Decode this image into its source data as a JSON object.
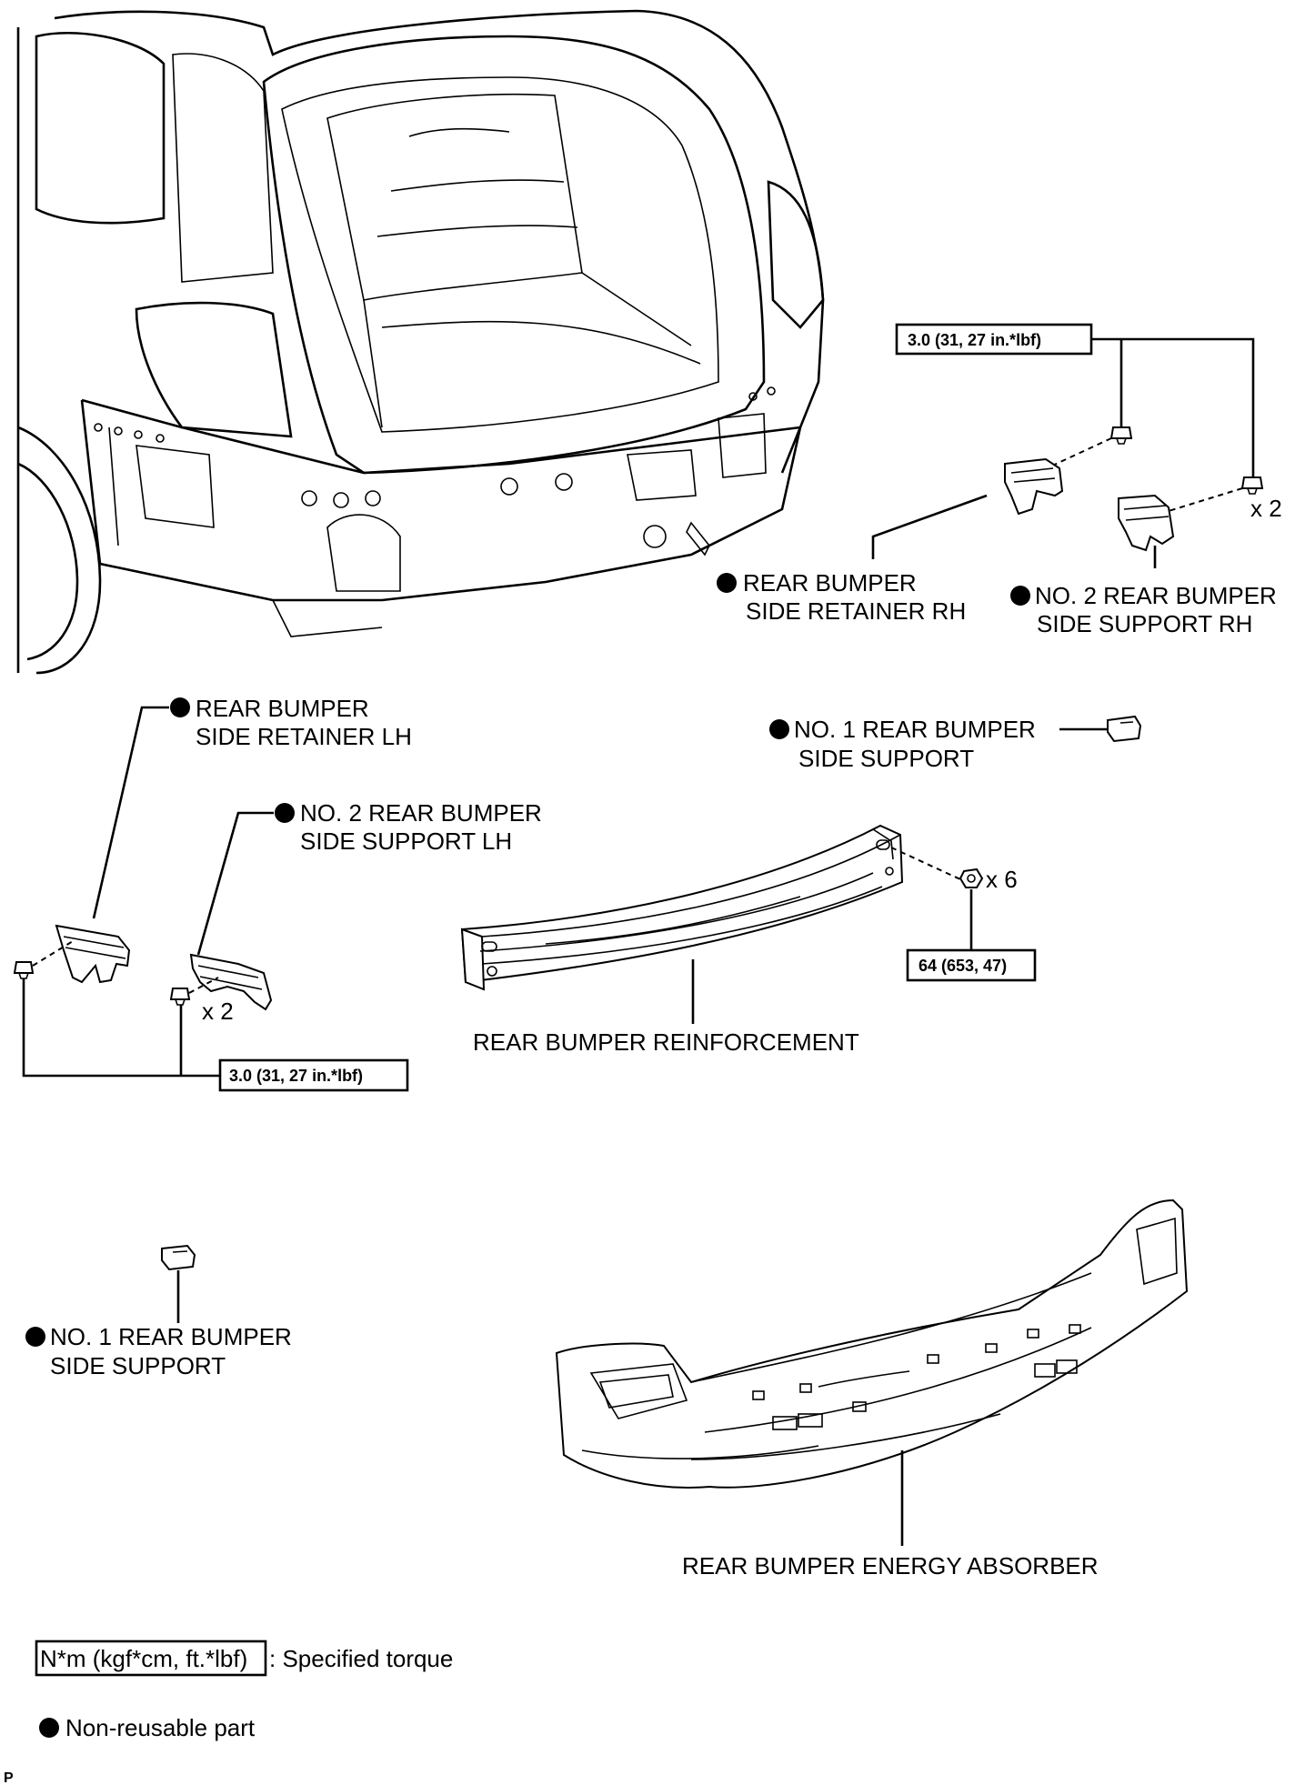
{
  "labels": {
    "retainer_rh": [
      "REAR BUMPER",
      "SIDE RETAINER RH"
    ],
    "support2_rh": [
      "NO. 2 REAR BUMPER",
      "SIDE SUPPORT RH"
    ],
    "retainer_lh": [
      "REAR BUMPER",
      "SIDE RETAINER LH"
    ],
    "support2_lh": [
      "NO. 2 REAR BUMPER",
      "SIDE SUPPORT LH"
    ],
    "support1_upper": [
      "NO. 1 REAR BUMPER",
      "SIDE SUPPORT"
    ],
    "support1_lower": [
      "NO. 1 REAR BUMPER",
      "SIDE SUPPORT"
    ],
    "reinforcement": "REAR BUMPER REINFORCEMENT",
    "absorber": "REAR BUMPER ENERGY ABSORBER"
  },
  "torques": {
    "rh_bolts": "3.0 (31, 27 in.*lbf)",
    "lh_bolts": "3.0 (31, 27 in.*lbf)",
    "reinforcement_nuts": "64 (653, 47)"
  },
  "quantities": {
    "rh_bolts": "x 2",
    "lh_bolts": "x 2",
    "reinforcement_nuts": "x 6"
  },
  "legend": {
    "torque_unit": "N*m (kgf*cm, ft.*lbf)",
    "torque_desc": ": Specified torque",
    "non_reusable": "Non-reusable part"
  },
  "corner_mark": "P",
  "icons": {
    "non_reusable": "filled-circle-icon"
  }
}
